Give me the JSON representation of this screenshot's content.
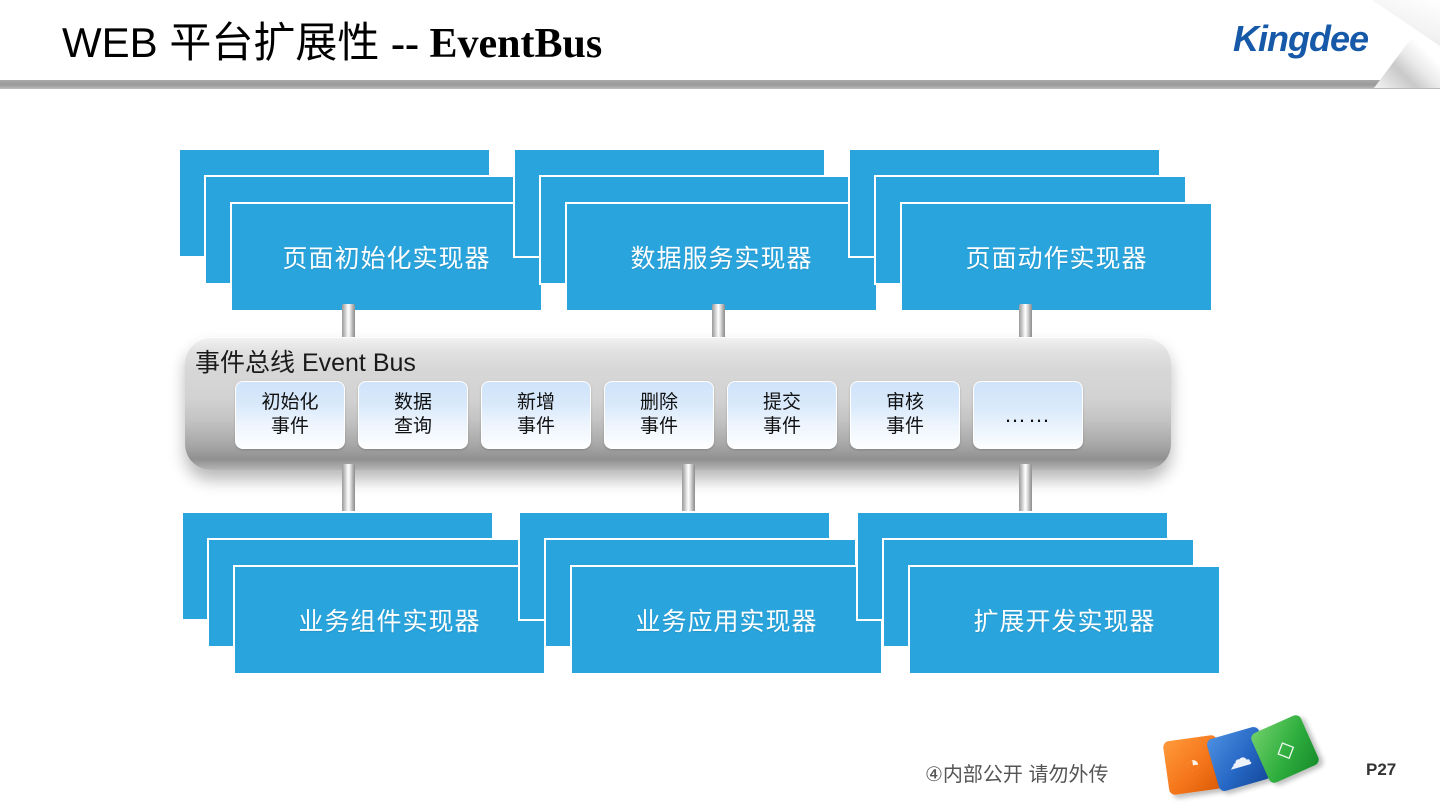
{
  "header": {
    "title_cn": "WEB 平台扩展性 ",
    "title_en": "-- EventBus",
    "brand": "Kingdee",
    "brand_color": "#1659a8",
    "rule_color": "#9a9a9a"
  },
  "theme": {
    "card_blue": "#29a4dc",
    "chip_blue_top": "#cfe3f9",
    "bus_gray": "#d2d2d2"
  },
  "diagram": {
    "producers": [
      {
        "label": "页面初始化实现器",
        "name": "page-init-implementor"
      },
      {
        "label": "数据服务实现器",
        "name": "data-service-implementor"
      },
      {
        "label": "页面动作实现器",
        "name": "page-action-implementor"
      }
    ],
    "bus": {
      "title": "事件总线  Event Bus",
      "events": [
        {
          "line1": "初始化",
          "line2": "事件"
        },
        {
          "line1": "数据",
          "line2": "查询"
        },
        {
          "line1": "新增",
          "line2": "事件"
        },
        {
          "line1": "删除",
          "line2": "事件"
        },
        {
          "line1": "提交",
          "line2": "事件"
        },
        {
          "line1": "审核",
          "line2": "事件"
        },
        {
          "line1": "……",
          "line2": ""
        }
      ]
    },
    "consumers": [
      {
        "label": "业务组件实现器",
        "name": "business-component-implementor"
      },
      {
        "label": "业务应用实现器",
        "name": "business-application-implementor"
      },
      {
        "label": "扩展开发实现器",
        "name": "extension-development-implementor"
      }
    ]
  },
  "footer": {
    "confidential": "④内部公开 请勿外传",
    "page_number": "P27"
  }
}
